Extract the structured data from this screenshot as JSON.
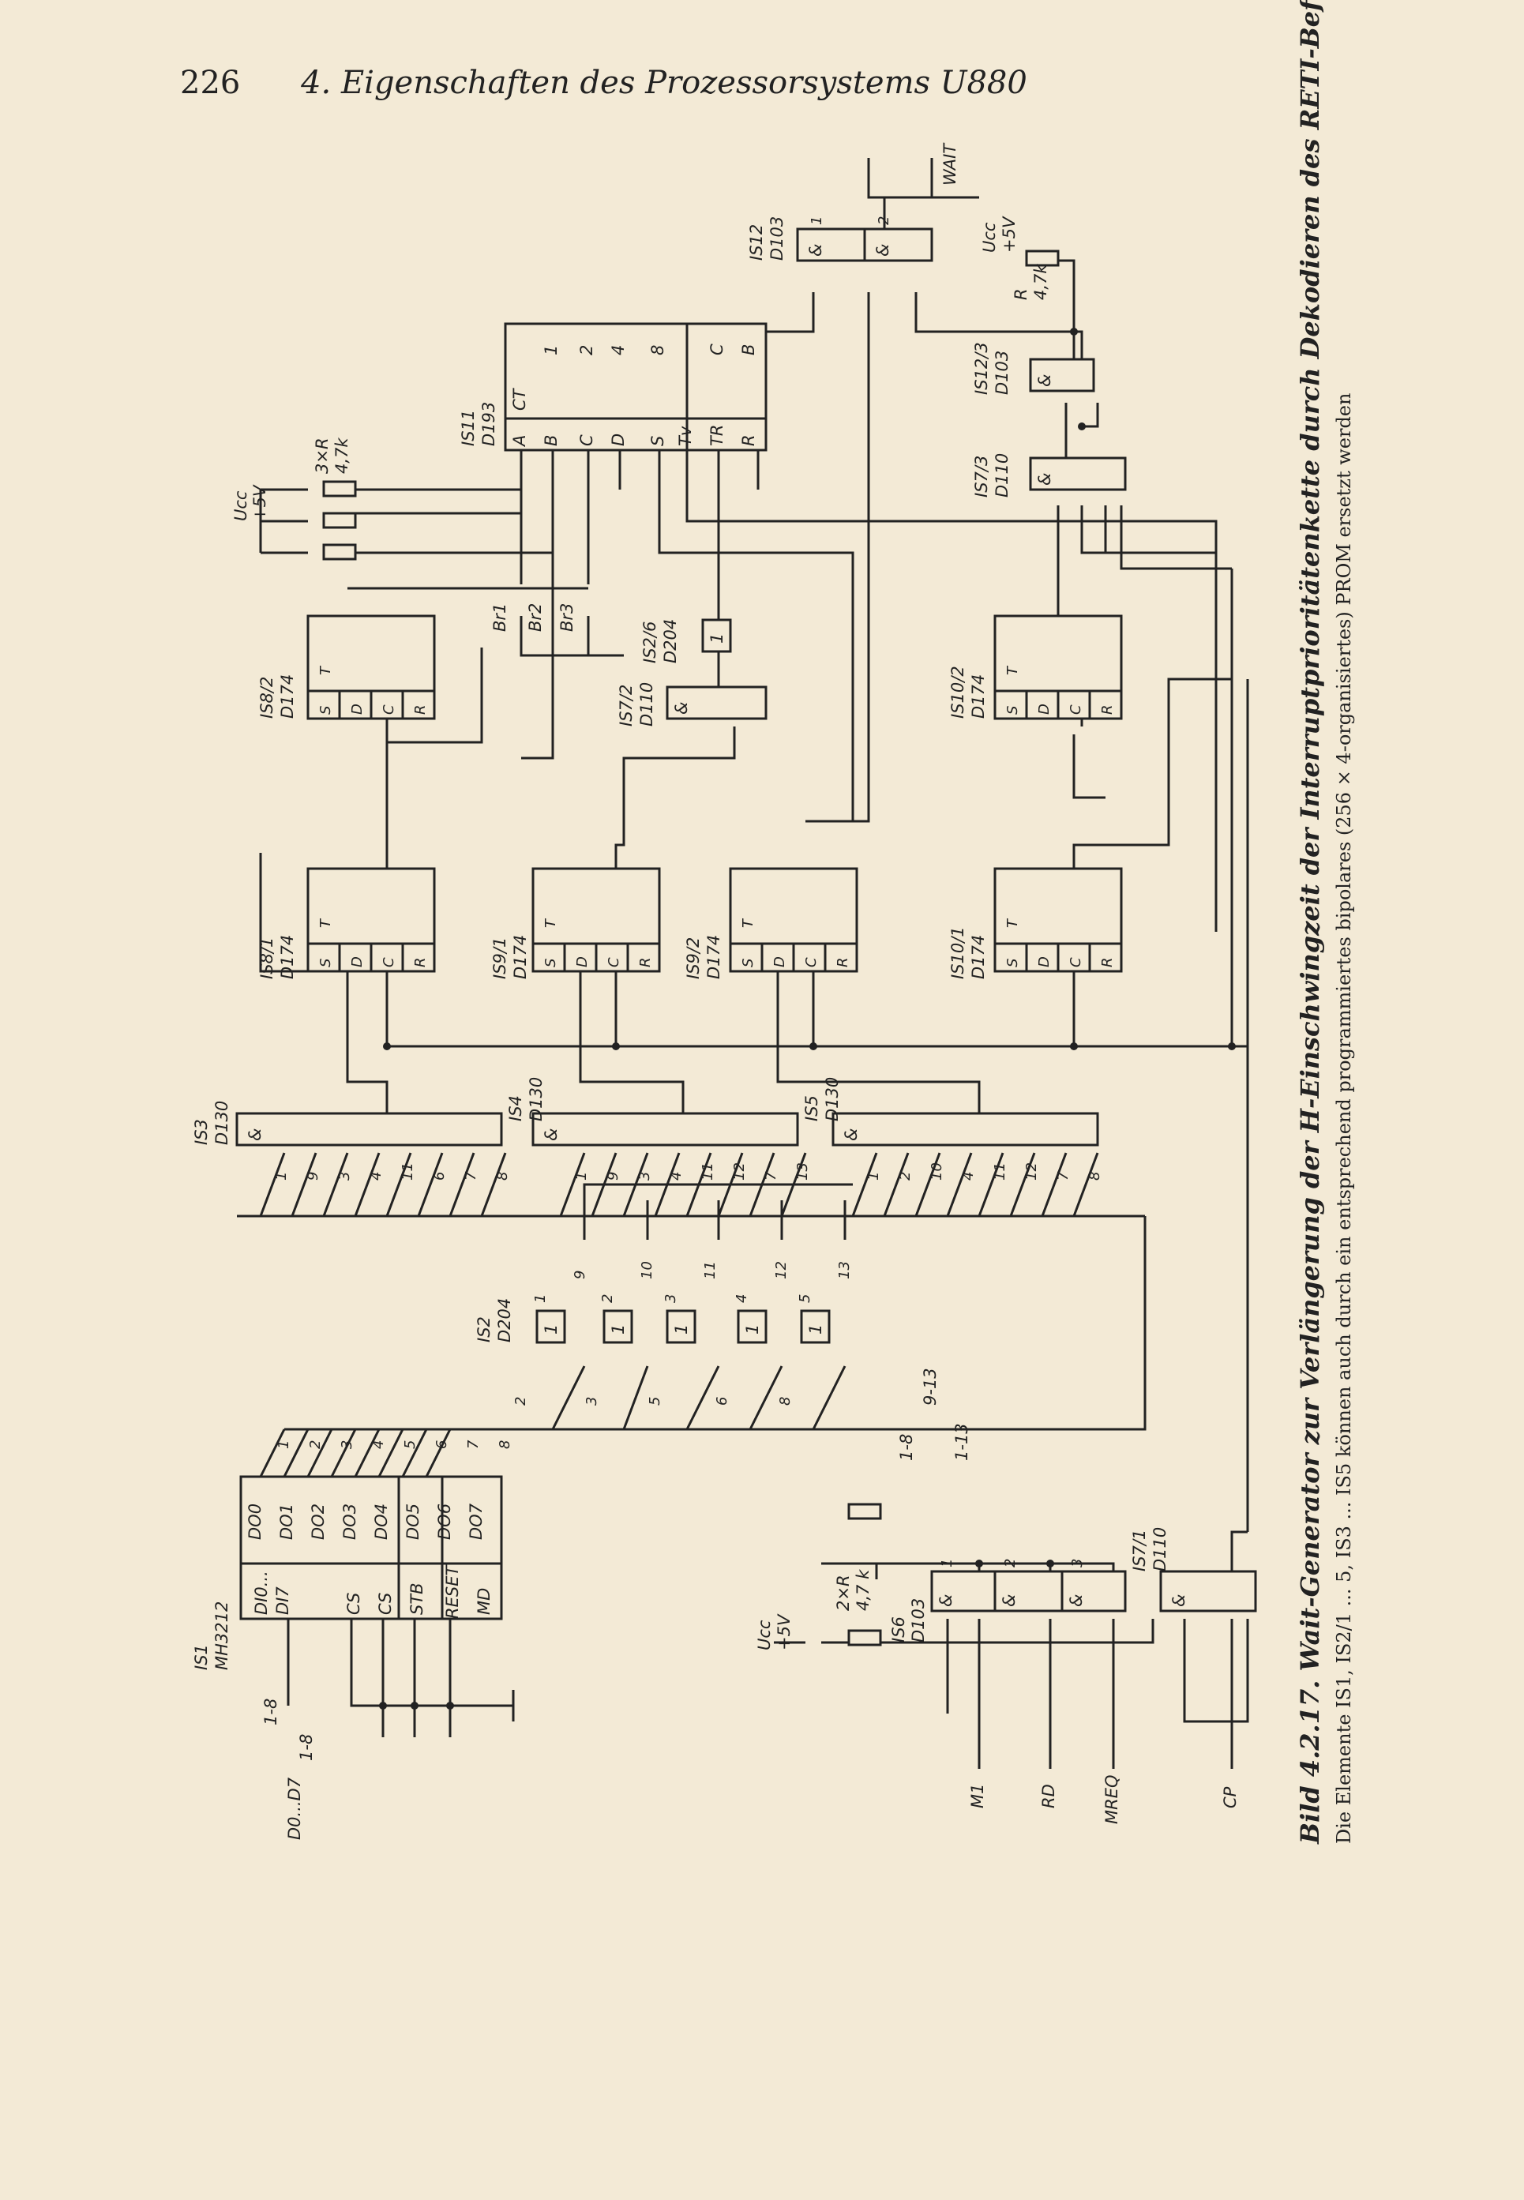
{
  "header": {
    "page_number": "226",
    "title": "4. Eigenschaften des Prozessorsystems U880"
  },
  "caption": {
    "main": "Bild 4.2.17. Wait-Generator zur Verlängerung der H-Einschwingzeit der Interruptprioritätenkette durch Dekodieren des RETI-Befehlskodes",
    "note": "Die Elemente IS1, IS2/1 ... 5, IS3 ... IS5 können auch durch ein entsprechend programmiertes bipolares (256 × 4-organisiertes) PROM ersetzt werden"
  },
  "schematic": {
    "components": [
      {
        "id": "IS1",
        "name": "IS1",
        "type": "MH3212"
      },
      {
        "id": "IS2",
        "name": "IS2",
        "type": "D204"
      },
      {
        "id": "IS3",
        "name": "IS3",
        "type": "D130"
      },
      {
        "id": "IS4",
        "name": "IS4",
        "type": "D130"
      },
      {
        "id": "IS5",
        "name": "IS5",
        "type": "D130"
      },
      {
        "id": "IS6",
        "name": "IS6",
        "type": "D103"
      },
      {
        "id": "IS7_1",
        "name": "IS7/1",
        "type": "D110"
      },
      {
        "id": "IS7_2",
        "name": "IS7/2",
        "type": "D110"
      },
      {
        "id": "IS7_3",
        "name": "IS7/3",
        "type": "D110"
      },
      {
        "id": "IS8_1",
        "name": "IS8/1",
        "type": "D174"
      },
      {
        "id": "IS8_2",
        "name": "IS8/2",
        "type": "D174"
      },
      {
        "id": "IS9_1",
        "name": "IS9/1",
        "type": "D174"
      },
      {
        "id": "IS9_2",
        "name": "IS9/2",
        "type": "D174"
      },
      {
        "id": "IS10_1",
        "name": "IS10/1",
        "type": "D174"
      },
      {
        "id": "IS10_2",
        "name": "IS10/2",
        "type": "D174"
      },
      {
        "id": "IS11",
        "name": "IS11",
        "type": "D193"
      },
      {
        "id": "IS12",
        "name": "IS12",
        "type": "D103"
      },
      {
        "id": "IS12_3",
        "name": "IS12/3",
        "type": "D103"
      },
      {
        "id": "IS2_6",
        "name": "IS2/6",
        "type": "D204"
      }
    ],
    "pin_labels": {
      "is1_inputs": [
        "DI0...",
        "DI7"
      ],
      "is1_outputs": [
        "DO0",
        "DO1",
        "DO2",
        "DO3",
        "DO4",
        "DO5",
        "DO6",
        "DO7"
      ],
      "is1_controls": [
        "CS",
        "CS",
        "STB",
        "RESET",
        "MD"
      ],
      "ff_pins": [
        "S",
        "D",
        "C",
        "R",
        "T"
      ],
      "counter_pins": [
        "A",
        "B",
        "C",
        "D",
        "S",
        "Tv",
        "TR",
        "R",
        "CT",
        "1",
        "2",
        "4",
        "8",
        "C",
        "B"
      ],
      "and": "&",
      "inv": "1"
    },
    "signals": {
      "data_bus": "D0...D7",
      "bus_range_in": "1-8",
      "bus_range_in2": "1-8",
      "bus_range_a": "1-8",
      "bus_range_b": "1-13",
      "bus_range_c": "9-13",
      "m1": "M1",
      "rd": "RD",
      "mreq": "MREQ",
      "cp": "CP",
      "wait": "WAIT",
      "ucc": "Ucc",
      "plus5v": "+5V",
      "jumpers": [
        "Br1",
        "Br2",
        "Br3"
      ]
    },
    "resistors": {
      "r3": "3×R",
      "r3_val": "4,7k",
      "r2": "2×R",
      "r2_val": "4,7 k",
      "r1": "R",
      "r1_val": "4,7k"
    },
    "and_inputs": {
      "is3": [
        "1",
        "9",
        "3",
        "4",
        "11",
        "6",
        "7",
        "8"
      ],
      "is4": [
        "1",
        "9",
        "3",
        "4",
        "11",
        "12",
        "7",
        "13"
      ],
      "is5": [
        "1",
        "2",
        "10",
        "4",
        "11",
        "12",
        "7",
        "8"
      ]
    },
    "bus_numbers": [
      "1",
      "2",
      "3",
      "4",
      "5",
      "6",
      "7",
      "8"
    ],
    "inverter_numbers": [
      {
        "in": "2",
        "out_a": "1",
        "out_b": "9"
      },
      {
        "in": "3",
        "out_a": "2",
        "out_b": "10"
      },
      {
        "in": "5",
        "out_a": "3",
        "out_b": "11"
      },
      {
        "in": "6",
        "out_a": "4",
        "out_b": "12"
      },
      {
        "in": "8",
        "out_a": "5",
        "out_b": "13"
      }
    ],
    "gate_numbers": [
      "1",
      "2",
      "3"
    ],
    "gate_numbers_is12": [
      "1",
      "2"
    ]
  }
}
